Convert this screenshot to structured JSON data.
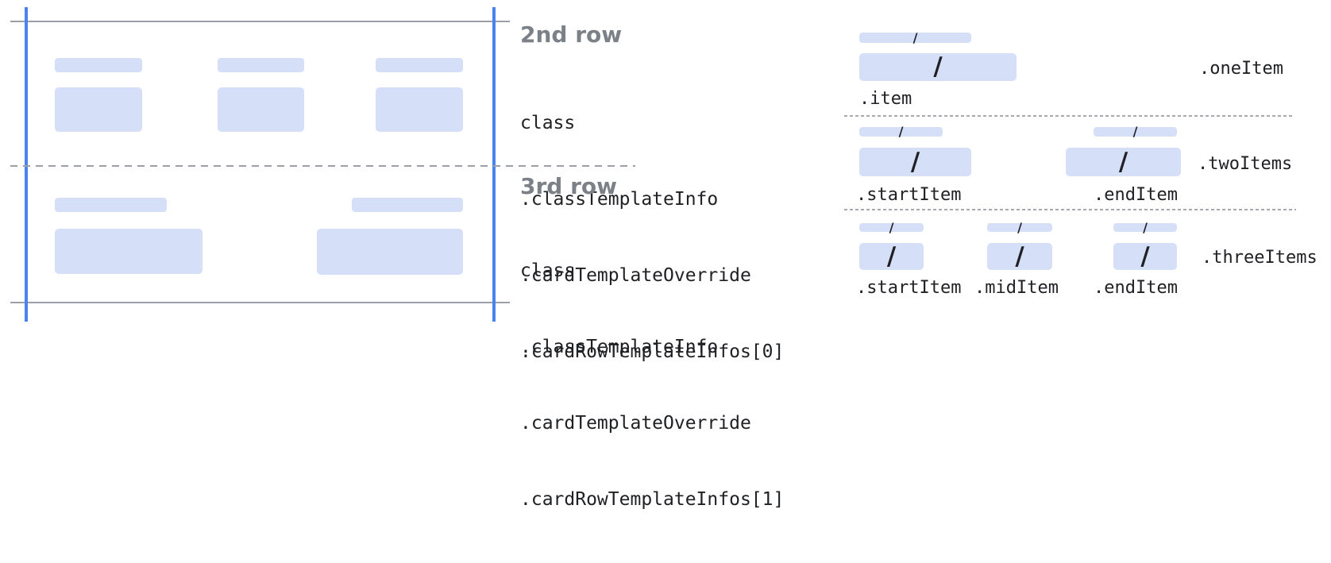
{
  "colors": {
    "accent_blue": "#4a82ee",
    "placeholder_fill": "#d5e0f8",
    "solid_line_gray": "#9aa0a6",
    "heading_gray": "#7b8187",
    "text_dark": "#202124"
  },
  "left_card": {
    "row2_heading": "2nd row",
    "row2_code": [
      "class",
      ".classTemplateInfo",
      ".cardTemplateOverride",
      ".cardRowTemplateInfos[0]"
    ],
    "row3_heading": "3rd row",
    "row3_code": [
      "class",
      ".classTemplateInfo",
      ".cardTemplateOverride",
      ".cardRowTemplateInfos[1]"
    ]
  },
  "right_panel": {
    "slash": "/",
    "one_item": {
      "row_label": ".oneItem",
      "item_label": ".item"
    },
    "two_items": {
      "row_label": ".twoItems",
      "start_label": ".startItem",
      "end_label": ".endItem"
    },
    "three_items": {
      "row_label": ".threeItems",
      "start_label": ".startItem",
      "mid_label": ".midItem",
      "end_label": ".endItem"
    }
  }
}
